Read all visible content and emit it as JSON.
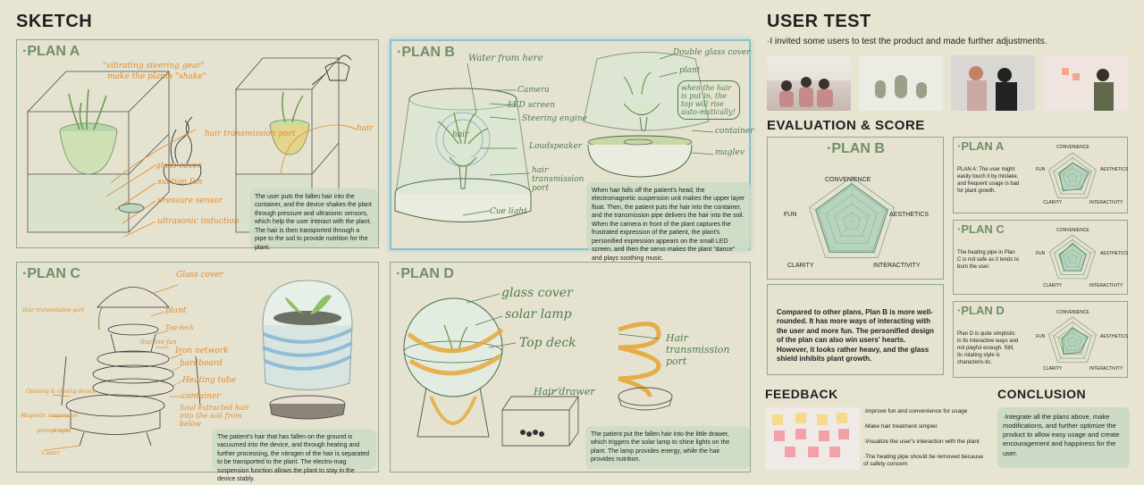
{
  "sketch": {
    "title": "SKETCH",
    "plan_a": {
      "title": "·PLAN A",
      "labels": [
        "\"vibrating steering gear\"",
        "make the plants \"shake\"",
        "hair transmission port",
        "hair",
        "glass cover",
        "suction fan",
        "pressure sensor",
        "ultrasonic induction"
      ],
      "description": "The user puts the fallen hair into the container, and the device shakes the plant through pressure and ultrasonic sensors, which help the user interact with the plant. The hair is then transported through a pipe to the soil to provide nutrition for the plant."
    },
    "plan_b": {
      "title": "·PLAN B",
      "labels": [
        "Water from here",
        "Camera",
        "LED screen",
        "Steering engine",
        "hair",
        "Loudspeaker",
        "hair transmission port",
        "Cue light",
        "Double glass cover",
        "plant",
        "when the hair is put in, the top will rise auto-matically!",
        "container",
        "maglev"
      ],
      "description": "When hair falls off the patient's head, the electromagnetic suspension unit makes the upper layer float. Then, the patient puts the hair into the container, and the transmission pipe delivers the hair into the soil. When the camera in front of the plant captures the frustrated expression of the patient, the plant's personified expression appears on the small LED screen, and then the servo makes the plant \"dance\" and plays soothing music."
    },
    "plan_c": {
      "title": "·PLAN C",
      "labels": [
        "Glass cover",
        "Hair transmission port",
        "plant",
        "Top deck",
        "Suction fan",
        "Iron network",
        "hardboard",
        "Heating tube",
        "container",
        "Soul extracted hair into the soil from below",
        "Opening & closing device",
        "Magnetic suspension",
        "prompt light",
        "Caster"
      ],
      "description": "The patient's hair that has fallen on the ground is vacuumed into the device, and through heating and further processing, the nitrogen of the hair is separated to be transported to the plant. The electro-mag suspension function allows the plant to stay in the device stably."
    },
    "plan_d": {
      "title": "·PLAN D",
      "labels": [
        "glass cover",
        "solar lamp",
        "Top deck",
        "Hair transmission port",
        "Hair drawer"
      ],
      "description": "The patient put the fallen hair into the little drawer, which triggers the solar lamp to shine lights on the plant. The lamp provides energy, while the hair provides nutrition."
    }
  },
  "user_test": {
    "title": "USER TEST",
    "subtitle": "·I invited some users to test the product and made further adjustments."
  },
  "evaluation": {
    "title": "EVALUATION & SCORE",
    "plan_b": {
      "title": "·PLAN B",
      "axes": [
        "CONVENIENCE",
        "AESTHETICS",
        "INTERACTIVITY",
        "CLARITY",
        "FUN"
      ],
      "scores": [
        0.85,
        0.85,
        0.85,
        0.85,
        0.85
      ],
      "text": "Compared to other plans, Plan B is more well-rounded. It has more ways of interacting with the user and more fun. The personified design of the plan can also win users' hearts. However, it looks rather heavy, and the glass shield inhibits plant growth."
    },
    "plan_a": {
      "title": "·PLAN A",
      "axes": [
        "CONVENIENCE",
        "AESTHETICS",
        "INTERACTIVITY",
        "CLARITY",
        "FUN"
      ],
      "scores": [
        0.6,
        0.7,
        0.55,
        0.65,
        0.55
      ],
      "text": "PLAN A: The user might easily touch it by mistake, and frequent usage is bad for plant growth."
    },
    "plan_c": {
      "title": "·PLAN C",
      "axes": [
        "CONVENIENCE",
        "AESTHETICS",
        "INTERACTIVITY",
        "CLARITY",
        "FUN"
      ],
      "scores": [
        0.65,
        0.6,
        0.6,
        0.6,
        0.55
      ],
      "text": "The heating pipe in Plan C is not safe as it tends to burn the user."
    },
    "plan_d": {
      "title": "·PLAN D",
      "axes": [
        "CONVENIENCE",
        "AESTHETICS",
        "INTERACTIVITY",
        "CLARITY",
        "FUN"
      ],
      "scores": [
        0.55,
        0.65,
        0.5,
        0.6,
        0.45
      ],
      "text": "Plan D is quite simplistic in its interactive ways and not playful enough. Still, its rotating style is characteris-tic."
    }
  },
  "feedback": {
    "title": "FEEDBACK",
    "items": [
      "·Improve fun and convenience for usage",
      "·Make hair treatment simpler",
      "·Visualize the user's interaction with the plant",
      "·The heating pipe should be removed because of safety concern"
    ]
  },
  "conclusion": {
    "title": "CONCLUSION",
    "text": "·Integrate all the plans above, make modifications, and further optimize the product to allow easy usage and create encouragement and happiness for the user."
  },
  "colors": {
    "background": "#e7e4d2",
    "accent_green": "#6f8f68",
    "sketch_orange": "#e08a2e",
    "highlight_blue": "#86c3cf"
  }
}
